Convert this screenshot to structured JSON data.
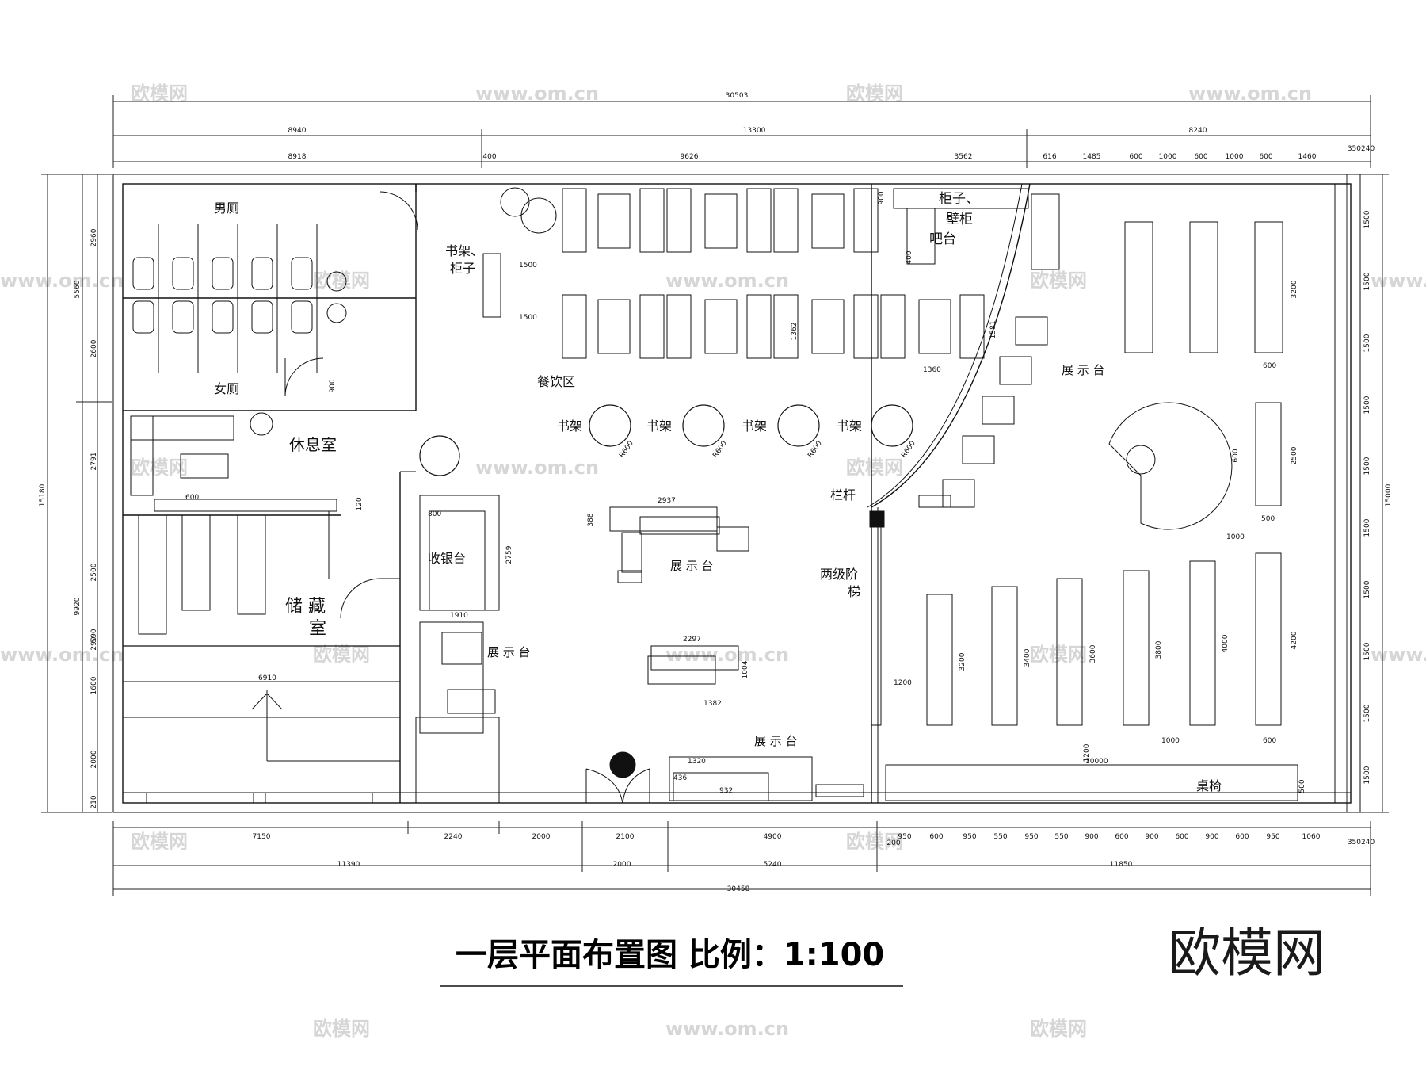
{
  "title": "一层平面布置图 比例：1:100",
  "logo": "欧模网",
  "watermarks": [
    "欧模网",
    "www.om.cn"
  ],
  "rooms": {
    "mens_toilet": "男厕",
    "womens_toilet": "女厕",
    "lounge": "休息室",
    "storage_a": "储 藏",
    "storage_b": "室",
    "dining": "餐饮区",
    "cashier": "收银台",
    "shelf_cabinet_a": "书架、",
    "shelf_cabinet_b": "柜子",
    "cabinet_bar_a": "柜子、",
    "cabinet_bar_b": "壁柜",
    "cabinet_bar_c": "吧台",
    "railing": "栏杆",
    "stair_a": "两级阶",
    "stair_b": "梯",
    "table_chair": "桌椅",
    "bookshelf": "书架",
    "display": "展 示 台"
  },
  "dims": {
    "top_total": "30503",
    "top_1": [
      "8940",
      "13300",
      "8240"
    ],
    "top_2": [
      "8918",
      "400",
      "9626",
      "3562",
      "616",
      "1485",
      "600",
      "1000",
      "600",
      "1000",
      "600",
      "1460",
      "350240"
    ],
    "bottom_1": [
      "7150",
      "2240",
      "2000",
      "2100",
      "4900",
      "950",
      "600",
      "950",
      "550",
      "950",
      "550",
      "900",
      "600",
      "900",
      "600",
      "900",
      "600",
      "950",
      "1060",
      "350240"
    ],
    "bottom_2": [
      "11390",
      "2000",
      "5240",
      "11850"
    ],
    "bottom_total": "30458",
    "left_total": "15180",
    "left_1": [
      "5560",
      "9920"
    ],
    "left_2": [
      "2960",
      "2600",
      "2791",
      "2500",
      "290",
      "590",
      "1600",
      "2000",
      "210"
    ],
    "right_total": "15000",
    "right_1": [
      "1500",
      "1500",
      "1500",
      "1500",
      "1500",
      "1500",
      "1500",
      "1500",
      "1500",
      "1500"
    ],
    "inner": {
      "shelf_1500_a": "1500",
      "shelf_1500_b": "1500",
      "d_1360": "1360",
      "d_1362": "1362",
      "d_1581": "1581",
      "d_900": "900",
      "d_400": "400",
      "d_2937": "2937",
      "d_388": "388",
      "d_800": "800",
      "d_2759": "2759",
      "d_1910": "1910",
      "d_2297": "2297",
      "d_1004": "1004",
      "d_1382": "1382",
      "d_1320": "1320",
      "d_436": "436",
      "d_932": "932",
      "d_6910": "6910",
      "d_600": "600",
      "d_120": "120",
      "d_1200": "1200",
      "d_1200b": "1200",
      "d_10000": "10000",
      "d_3200": "3200",
      "d_3400": "3400",
      "d_3600": "3600",
      "d_3800": "3800",
      "d_4000": "4000",
      "d_4200": "4200",
      "d_1000a": "1000",
      "d_1000b": "1000",
      "d_600b": "600",
      "d_600c": "600",
      "d_2500": "2500",
      "d_500": "500",
      "d_500b": "500",
      "d_600d": "600",
      "d_3200b": "3200",
      "d_200": "200",
      "r_600": "R600",
      "d_1500_room": "900"
    }
  }
}
